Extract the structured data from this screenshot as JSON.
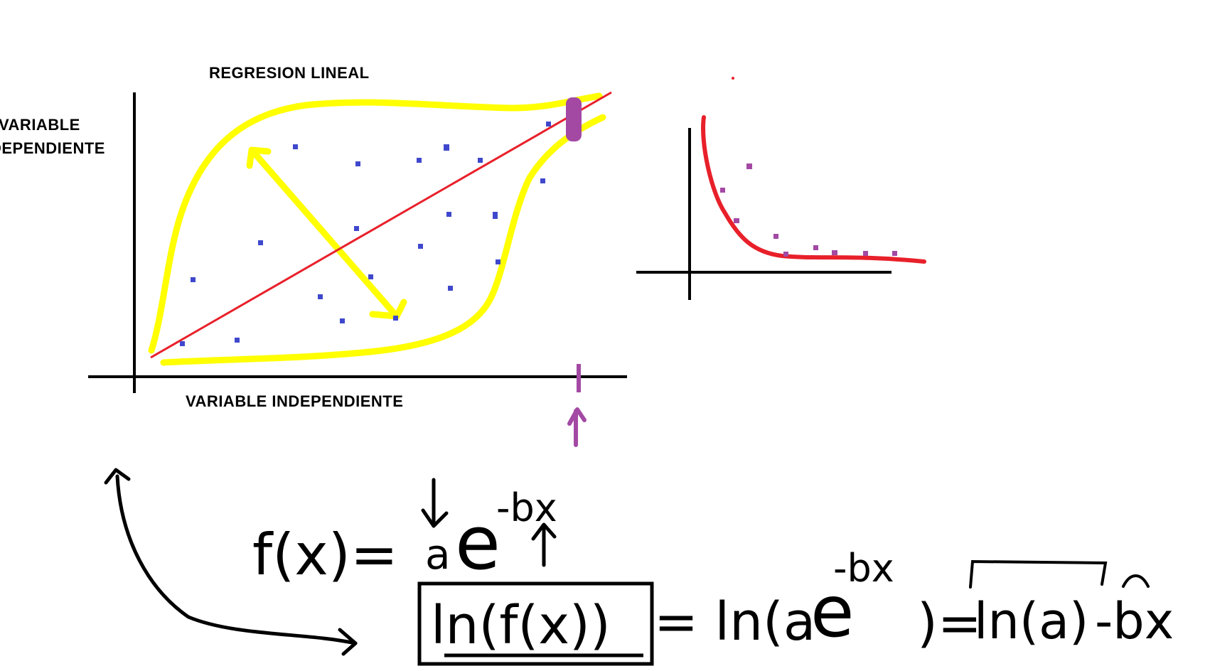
{
  "diagram": {
    "title": "REGRESION LINEAL",
    "ylabel_line1": "VARIABLE",
    "ylabel_line2": "DEPENDIENTE",
    "xlabel": "VARIABLE INDEPENDIENTE"
  },
  "formulas": {
    "fx_lhs": "f(x)=",
    "fx_a": "a",
    "fx_e": "e",
    "fx_exp": "-bx",
    "ln_box": "ln(f(x))",
    "ln_eq1": "= ln(a",
    "ln_e": "e",
    "ln_exp": "-bx",
    "ln_eq2": ")=",
    "ln_a": "ln(a)",
    "ln_minus_bx": "-bx"
  },
  "colors": {
    "axis": "#000000",
    "regression_line": "#e8202a",
    "envelope": "#ffff00",
    "points": "#3f48cc",
    "highlight": "#a349a4",
    "decay_curve": "#e8202a"
  }
}
